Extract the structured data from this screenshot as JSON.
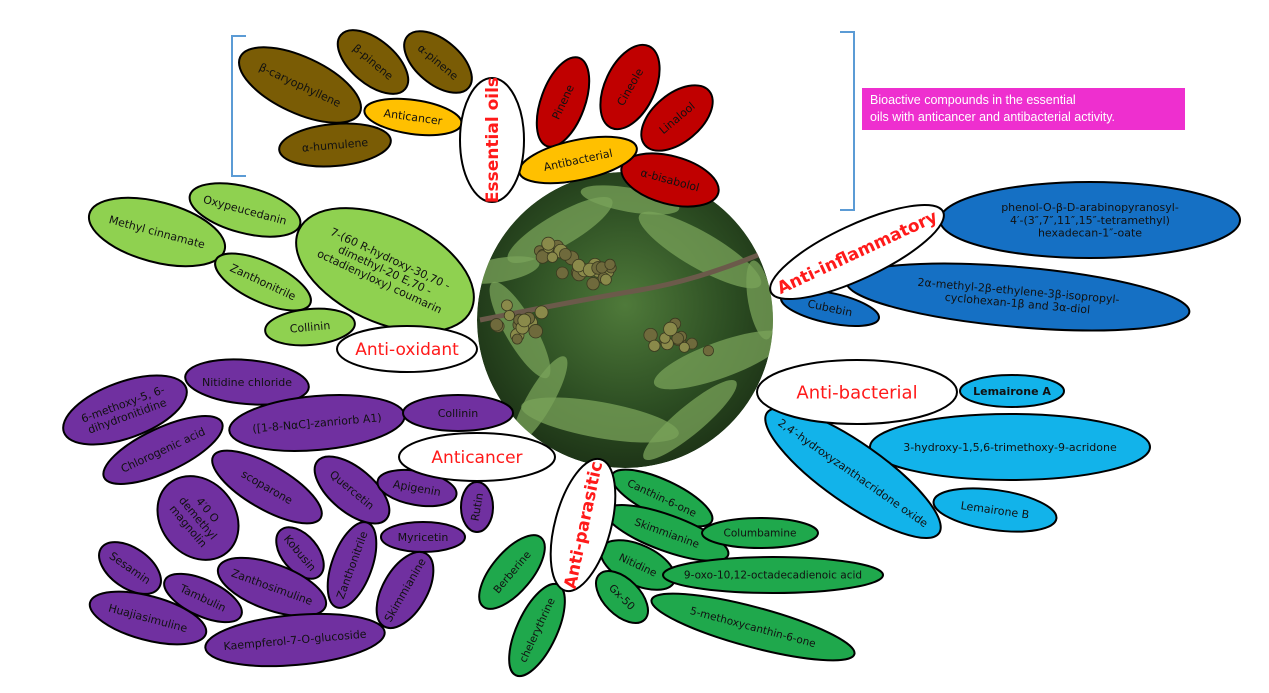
{
  "note": {
    "lines": [
      "Bioactive compounds in the essential",
      "oils with anticancer and antibacterial activity."
    ],
    "color": "#ee2fcf"
  },
  "essential_oils": {
    "hub": [
      "Essential oils"
    ],
    "anticancer": {
      "label": [
        "Anticancer"
      ],
      "items": [
        [
          "β-caryophyllene"
        ],
        [
          "β-pinene"
        ],
        [
          "α-pinene"
        ],
        [
          "α-humulene"
        ]
      ]
    },
    "antibacterial": {
      "label": [
        "Antibacterial"
      ],
      "items": [
        [
          "Pinene"
        ],
        [
          "Cineole"
        ],
        [
          "Linalool"
        ],
        [
          "α-bisabolol"
        ]
      ]
    }
  },
  "anti_inflammatory": {
    "hub": [
      "Anti-inflammatory"
    ],
    "items": [
      [
        "phenol-O-β-D-arabinopyranosyl-",
        "4′-(3″,7″,11″,15″-tetramethyl)",
        "hexadecan-1″-oate"
      ],
      [
        "2α-methyl-2β-ethylene-3β-isopropyl-",
        "cyclohexan-1β and 3α-diol"
      ],
      [
        "Cubebin"
      ]
    ]
  },
  "anti_bacterial": {
    "hub": [
      "Anti-bacterial"
    ],
    "items": [
      [
        "Lemairone A"
      ],
      [
        "3-hydroxy-1,5,6-trimethoxy-9-acridone"
      ],
      [
        "2,4′-hydroxyzanthacridone oxide"
      ],
      [
        "Lemairone B"
      ]
    ]
  },
  "anti_oxidant": {
    "hub": [
      "Anti-oxidant"
    ],
    "items": [
      [
        "Methyl cinnamate"
      ],
      [
        "Oxypeucedanin"
      ],
      [
        "7-(60 R-hydroxy-30,70 -",
        "dimethyl-20 E,70 -",
        "octadienyloxy) coumarin"
      ],
      [
        "Zanthonitrile"
      ],
      [
        "Collinin"
      ]
    ]
  },
  "anticancer": {
    "hub": [
      "Anticancer"
    ],
    "items": [
      [
        "6-methoxy-5, 6-",
        "dihydronitidine"
      ],
      [
        "Nitidine chloride"
      ],
      [
        "([1-8-NαC]-zanriorb A1)"
      ],
      [
        "Collinin"
      ],
      [
        "Chlorogenic acid"
      ],
      [
        "scoparone"
      ],
      [
        "Quercetin"
      ],
      [
        "Apigenin"
      ],
      [
        "Rutin"
      ],
      [
        "4′0 O",
        "demethyl",
        "magnolin"
      ],
      [
        "Kobusin"
      ],
      [
        "Zanthonitrile"
      ],
      [
        "Myricetin"
      ],
      [
        "Skimmianine"
      ],
      [
        "Sesamin"
      ],
      [
        "Tambulin"
      ],
      [
        "Zanthosimuline"
      ],
      [
        "Huajiasimuline"
      ],
      [
        "Kaempferol-7-O-glucoside"
      ]
    ]
  },
  "anti_parasitic": {
    "hub": [
      "Anti-parasitic"
    ],
    "items": [
      [
        "Canthin-6-one"
      ],
      [
        "Skimmianine"
      ],
      [
        "Columbamine"
      ],
      [
        "Nitidine"
      ],
      [
        "9-oxo-10,12-octadecadienoic acid"
      ],
      [
        "Gx-50"
      ],
      [
        "5-methoxycanthin-6-one"
      ],
      [
        "Berberine"
      ],
      [
        "chelerythrine"
      ]
    ]
  },
  "colors": {
    "essential_anticancer": "#7a5c05",
    "essential_antibacterial": "#c00000",
    "hub_yellow": "#ffc000",
    "anti_inflammatory": "#1570c4",
    "anti_bacterial": "#12b3ea",
    "anti_oxidant": "#8fd150",
    "anticancer": "#7030a0",
    "anti_parasitic": "#1fa84c",
    "hub_text": "#ff1a1a",
    "bracket": "#5b9bd5"
  }
}
